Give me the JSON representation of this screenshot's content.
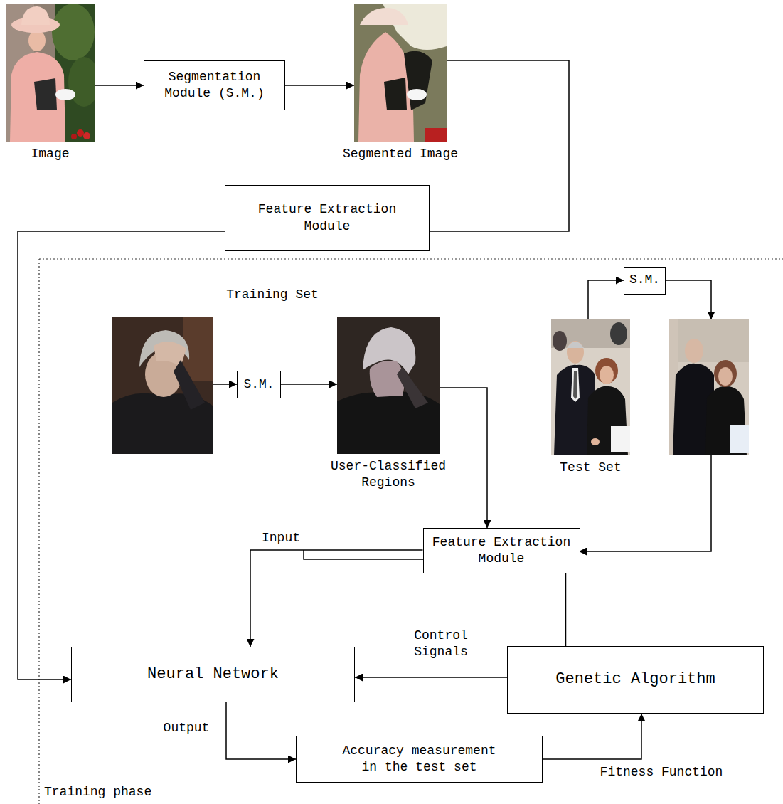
{
  "diagram": {
    "nodes": [
      {
        "text": [
          "Image"
        ]
      },
      {
        "text": [
          "Segmentation Module (S.M.)"
        ]
      },
      {
        "text": [
          "Segmented Image"
        ]
      },
      {
        "text": [
          "Feature Extraction Module"
        ]
      },
      {
        "text": [
          "S.M."
        ]
      },
      {
        "text": [
          "S.M."
        ]
      },
      {
        "text": [
          "User-Classified Regions"
        ]
      },
      {
        "text": [
          "Test Set"
        ]
      },
      {
        "text": [
          "Feature Extraction Module"
        ]
      },
      {
        "text": [
          "Neural Network"
        ]
      },
      {
        "text": [
          "Genetic Algorithm"
        ]
      },
      {
        "text": [
          "Accuracy measurement in the test set"
        ]
      }
    ],
    "edges": [
      {
        "from": 0,
        "to": 1,
        "arrow": "to"
      },
      {
        "from": 1,
        "to": 2,
        "arrow": "to"
      },
      {
        "from": 2,
        "to": 3,
        "arrow": "none"
      },
      {
        "from": 3,
        "to": 9,
        "arrow": "to"
      },
      {
        "from": 5,
        "to": 6,
        "arrow": "to"
      },
      {
        "from": 6,
        "to": 8,
        "arrow": "to"
      },
      {
        "from": 7,
        "to": 4,
        "arrow": "to"
      },
      {
        "from": 8,
        "to": 9,
        "label": "Input",
        "arrow": "to"
      },
      {
        "from": 10,
        "to": 9,
        "label": "Control Signals",
        "arrow": "to"
      },
      {
        "from": 8,
        "to": 10,
        "arrow": "none"
      },
      {
        "from": 9,
        "to": 11,
        "label": "Output",
        "arrow": "to"
      },
      {
        "from": 11,
        "to": 10,
        "label": "Fitness Function",
        "arrow": "to"
      }
    ],
    "labels": [
      "Training Set",
      "Training phase"
    ]
  }
}
